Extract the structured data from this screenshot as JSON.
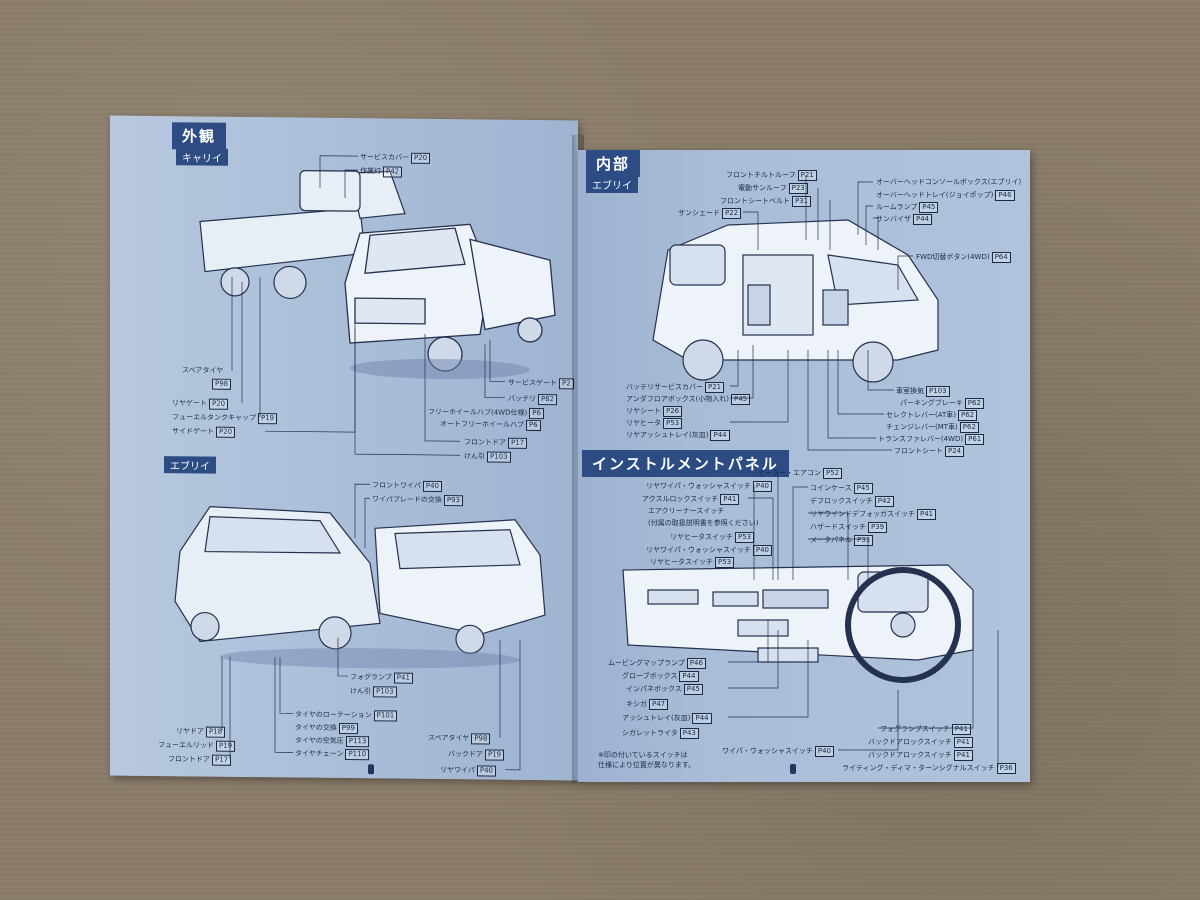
{
  "left_page": {
    "section_title": "外観",
    "carry": {
      "subtitle": "キャリイ",
      "labels": [
        {
          "text": "サービスカバー",
          "page": "P20"
        },
        {
          "text": "作業灯",
          "page": "P42"
        },
        {
          "text": "スペアタイヤ",
          "page": "P98"
        },
        {
          "text": "リヤゲート",
          "page": "P20"
        },
        {
          "text": "フューエルタンクキャップ",
          "page": "P19"
        },
        {
          "text": "サイドゲート",
          "page": "P20"
        },
        {
          "text": "サービスゲート",
          "page": "P2"
        },
        {
          "text": "バッテリ",
          "page": "P82"
        },
        {
          "text": "フリーホイールハブ(4WD仕様)",
          "page": "P6"
        },
        {
          "text": "オートフリーホイールハブ",
          "page": "P6"
        },
        {
          "text": "フロントドア",
          "page": "P17"
        },
        {
          "text": "けん引",
          "page": "P103"
        }
      ]
    },
    "every": {
      "subtitle": "エブリイ",
      "labels": [
        {
          "text": "フロントワイパ",
          "page": "P40"
        },
        {
          "text": "ワイパブレードの交換",
          "page": "P93"
        },
        {
          "text": "フォグランプ",
          "page": "P41"
        },
        {
          "text": "けん引",
          "page": "P103"
        },
        {
          "text": "タイヤのローテーション",
          "page": "P101"
        },
        {
          "text": "タイヤの交換",
          "page": "P99"
        },
        {
          "text": "タイヤの空気圧",
          "page": "P113"
        },
        {
          "text": "タイヤチェーン",
          "page": "P110"
        },
        {
          "text": "リヤドア",
          "page": "P18"
        },
        {
          "text": "フューエルリッド",
          "page": "P19"
        },
        {
          "text": "フロントドア",
          "page": "P17"
        },
        {
          "text": "スペアタイヤ",
          "page": "P98"
        },
        {
          "text": "バックドア",
          "page": "P19"
        },
        {
          "text": "リヤワイパ",
          "page": "P40"
        }
      ]
    }
  },
  "right_page": {
    "section_title": "内部",
    "interior": {
      "subtitle": "エブリイ",
      "labels": [
        {
          "text": "フロントチルトルーフ",
          "page": "P21"
        },
        {
          "text": "電動サンルーフ",
          "page": "P23"
        },
        {
          "text": "フロントシートベルト",
          "page": "P31"
        },
        {
          "text": "サンシェード",
          "page": "P22"
        },
        {
          "text": "オーバーヘッドコンソールボックス(エブリイ)",
          "page": "P46"
        },
        {
          "text": "オーバーヘッドトレイ(ジョイポップ)",
          "page": "P46"
        },
        {
          "text": "ルームランプ",
          "page": "P45"
        },
        {
          "text": "サンバイザ",
          "page": "P44"
        },
        {
          "text": "FWD切替ボタン(4WD)",
          "page": "P64"
        },
        {
          "text": "バッテリサービスカバー",
          "page": "P21"
        },
        {
          "text": "アンダフロアボックス(小物入れ)",
          "page": "P45"
        },
        {
          "text": "リヤシート",
          "page": "P26"
        },
        {
          "text": "リヤヒータ",
          "page": "P53"
        },
        {
          "text": "リヤアッシュトレイ(灰皿)",
          "page": "P44"
        },
        {
          "text": "車室換気",
          "page": "P103"
        },
        {
          "text": "パーキングブレーキ",
          "page": "P62"
        },
        {
          "text": "セレクトレバー(AT車)",
          "page": "P62"
        },
        {
          "text": "チェンジレバー(MT車)",
          "page": "P62"
        },
        {
          "text": "トランスファレバー(4WD)",
          "page": "P61"
        },
        {
          "text": "フロントシート",
          "page": "P24"
        }
      ]
    },
    "panel": {
      "section_title": "インストルメントパネル",
      "labels": [
        {
          "text": "ヒーター・エアコン",
          "page": "P52"
        },
        {
          "text": "リヤワイパ・ウォッシャスイッチ",
          "page": "P40"
        },
        {
          "text": "アクスルロックスイッチ",
          "page": "P41"
        },
        {
          "text": "エアクリーナースイッチ",
          "page": ""
        },
        {
          "text": "(付属の取扱説明書を参照ください)",
          "page": ""
        },
        {
          "text": "リヤヒータスイッチ",
          "page": "P53"
        },
        {
          "text": "リヤワイパ・ウォッシャスイッチ",
          "page": "P40"
        },
        {
          "text": "リヤヒータスイッチ",
          "page": "P53"
        },
        {
          "text": "コインケース",
          "page": "P45"
        },
        {
          "text": "デフロックスイッチ",
          "page": "P42"
        },
        {
          "text": "リヤウインドデフォッガスイッチ",
          "page": "P41"
        },
        {
          "text": "ハザードスイッチ",
          "page": "P39"
        },
        {
          "text": "メータパネル",
          "page": "P33"
        },
        {
          "text": "ムービングマップランプ",
          "page": "P46"
        },
        {
          "text": "グローブボックス",
          "page": "P44"
        },
        {
          "text": "インパネボックス",
          "page": "P45"
        },
        {
          "text": "キシガ",
          "page": "P47"
        },
        {
          "text": "アッシュトレイ(灰皿)",
          "page": "P44"
        },
        {
          "text": "シガレットライタ",
          "page": "P43"
        },
        {
          "text": "ワイパ・ウォッシャスイッチ",
          "page": "P40"
        },
        {
          "text": "フォグランプスイッチ",
          "page": "P41"
        },
        {
          "text": "バックドアロックスイッチ",
          "page": "P41"
        },
        {
          "text": "バックドアロックスイッチ",
          "page": "P41"
        },
        {
          "text": "ライティング・ディマ・ターンシグナルスイッチ",
          "page": "P36"
        }
      ],
      "note_line1": "※印の付いているスイッチは",
      "note_line2": "仕様により位置が異なります。"
    }
  },
  "colors": {
    "page_blue": "#a9bdd8",
    "heading_navy": "#2d4c84",
    "ink": "#1c2a45",
    "table_brown": "#8c7e6b"
  }
}
